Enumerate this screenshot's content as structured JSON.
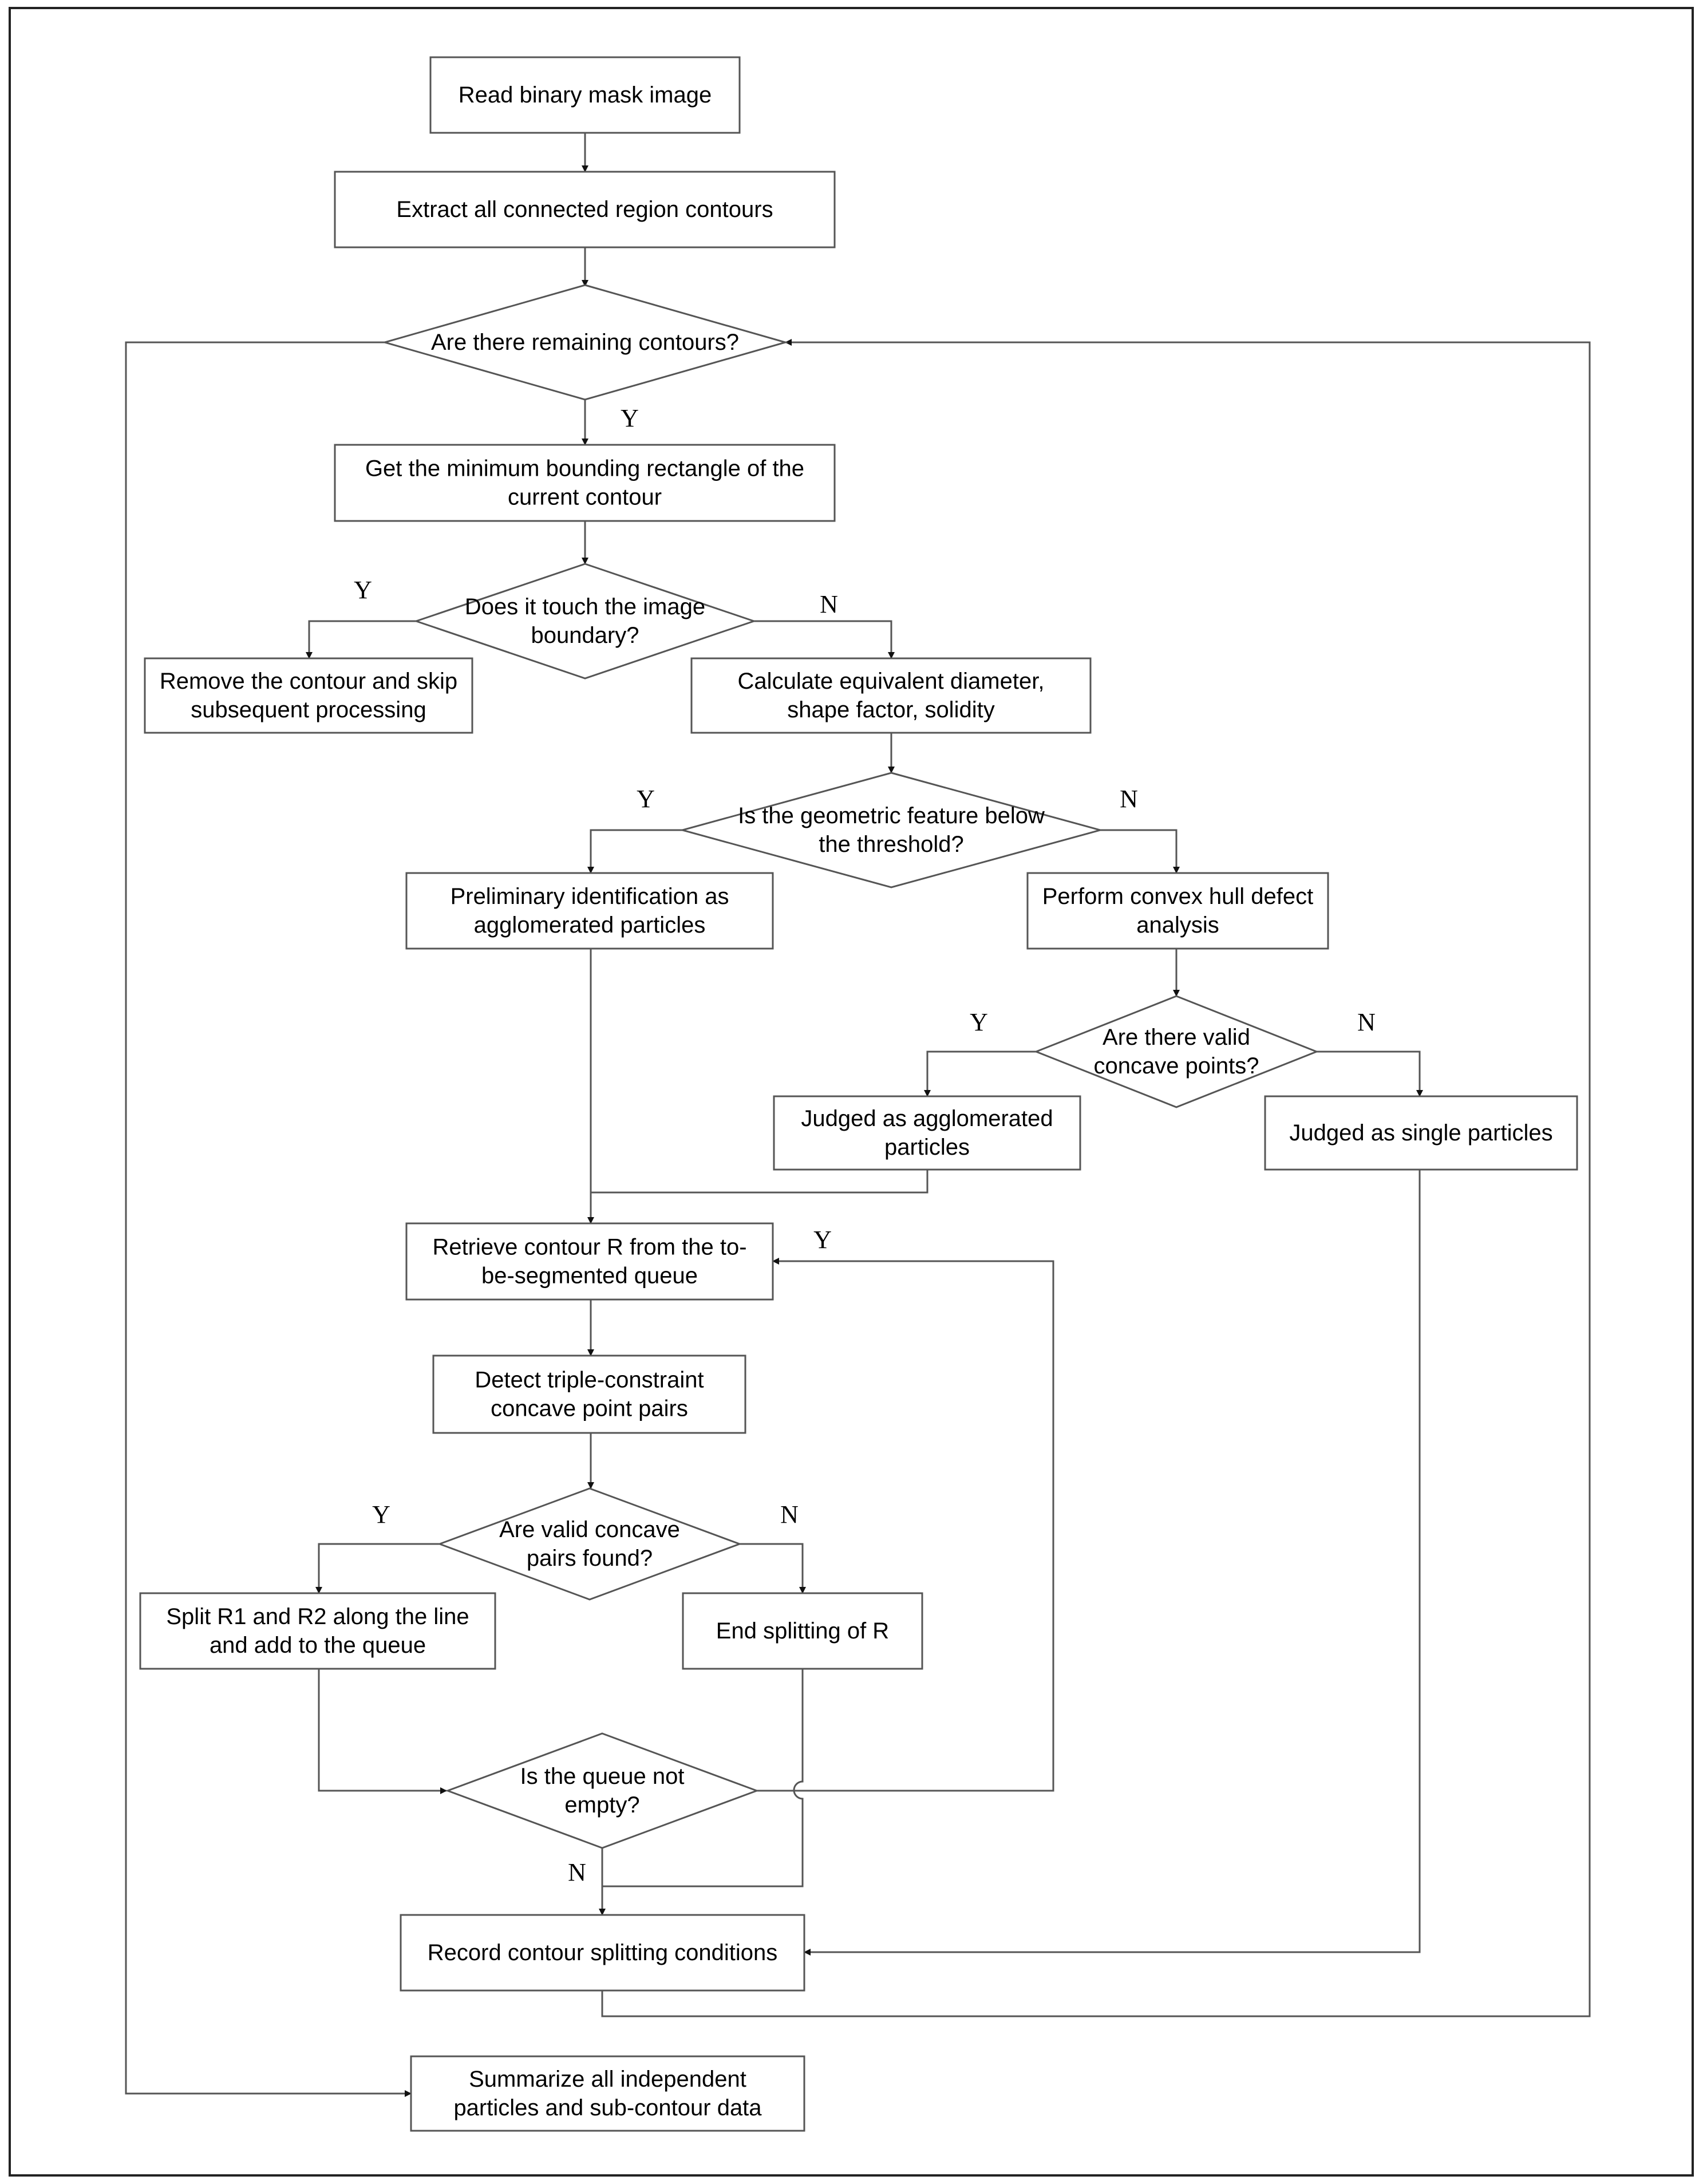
{
  "nodes": {
    "read_mask": {
      "lines": [
        "Read binary mask image"
      ]
    },
    "extract_contours": {
      "lines": [
        "Extract all connected region contours"
      ]
    },
    "remaining_contours": {
      "lines": [
        "Are there remaining contours?"
      ]
    },
    "min_bounding_rect": {
      "lines": [
        "Get the minimum bounding rectangle of the",
        "current contour"
      ]
    },
    "touch_boundary": {
      "lines": [
        "Does it touch the image",
        "boundary?"
      ]
    },
    "remove_contour": {
      "lines": [
        "Remove the contour and skip",
        "subsequent processing"
      ]
    },
    "calc_features": {
      "lines": [
        "Calculate equivalent diameter,",
        "shape factor, solidity"
      ]
    },
    "below_threshold": {
      "lines": [
        "Is the geometric feature below",
        "the threshold?"
      ]
    },
    "prelim_agglomerated": {
      "lines": [
        "Preliminary identification as",
        "agglomerated particles"
      ]
    },
    "convex_hull": {
      "lines": [
        "Perform convex hull defect",
        "analysis"
      ]
    },
    "valid_concave_points": {
      "lines": [
        "Are there valid",
        "concave points?"
      ]
    },
    "judged_agglomerated": {
      "lines": [
        "Judged as agglomerated",
        "particles"
      ]
    },
    "judged_single": {
      "lines": [
        "Judged as single particles"
      ]
    },
    "retrieve_contour": {
      "lines": [
        "Retrieve contour R from the to-",
        "be-segmented queue"
      ]
    },
    "detect_pairs": {
      "lines": [
        "Detect triple-constraint",
        "concave point pairs"
      ]
    },
    "valid_pairs_found": {
      "lines": [
        "Are valid concave",
        "pairs found?"
      ]
    },
    "split_r": {
      "lines": [
        "Split R1 and R2 along the line",
        "and add to the queue"
      ]
    },
    "end_split": {
      "lines": [
        "End splitting of R"
      ]
    },
    "queue_not_empty": {
      "lines": [
        "Is the queue not",
        "empty?"
      ]
    },
    "record_conditions": {
      "lines": [
        "Record contour splitting conditions"
      ]
    },
    "summarize": {
      "lines": [
        "Summarize all independent",
        "particles and sub-contour data"
      ]
    }
  },
  "branch_labels": {
    "remaining_yes": "Y",
    "touch_yes": "Y",
    "touch_no": "N",
    "threshold_yes": "Y",
    "threshold_no": "N",
    "concave_yes": "Y",
    "concave_no": "N",
    "queue_yes": "Y",
    "pairs_yes": "Y",
    "pairs_no": "N",
    "queue_no": "N"
  }
}
